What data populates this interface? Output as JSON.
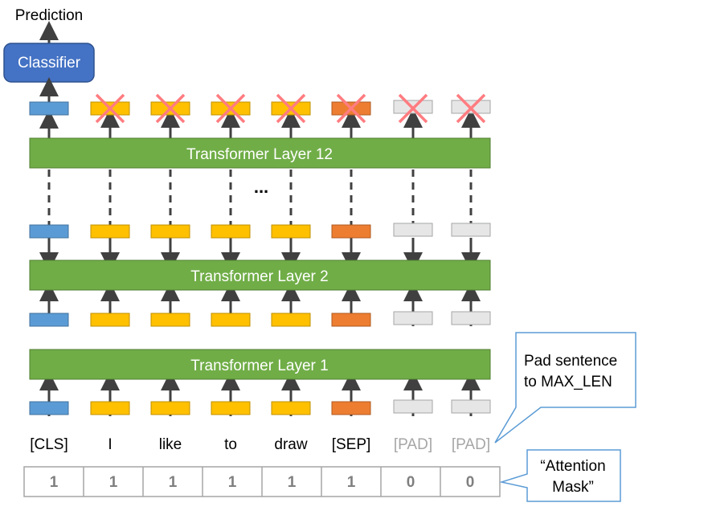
{
  "output": {
    "prediction_label": "Prediction",
    "classifier_label": "Classifier"
  },
  "layers": {
    "top": "Transformer Layer 12",
    "middle": "Transformer Layer 2",
    "bottom": "Transformer Layer 1",
    "ellipsis": "..."
  },
  "tokens": [
    "[CLS]",
    "I",
    "like",
    "to",
    "draw",
    "[SEP]",
    "[PAD]",
    "[PAD]"
  ],
  "token_kinds": [
    "cls",
    "word",
    "word",
    "word",
    "word",
    "sep",
    "pad",
    "pad"
  ],
  "attention_mask": [
    "1",
    "1",
    "1",
    "1",
    "1",
    "1",
    "0",
    "0"
  ],
  "masked_outputs": [
    false,
    true,
    true,
    true,
    true,
    true,
    true,
    true
  ],
  "callouts": {
    "pad": "Pad sentence\nto MAX_LEN",
    "mask": "“Attention\nMask”"
  },
  "colors": {
    "cls": "#5B9BD5",
    "cls_border": "#41719C",
    "word": "#FFC000",
    "word_border": "#BF9000",
    "sep": "#ED7D31",
    "sep_border": "#AE5A21",
    "pad": "#E7E6E6",
    "pad_border": "#A6A6A6",
    "layer": "#70AD47",
    "layer_border": "#507E32",
    "classifier": "#4472C4",
    "classifier_border": "#2F528F",
    "cross": "#FF7C80",
    "callout_border": "#5B9BD5",
    "arrow": "#404040",
    "pad_text": "#A6A6A6",
    "mask_text": "#7F7F7F"
  }
}
